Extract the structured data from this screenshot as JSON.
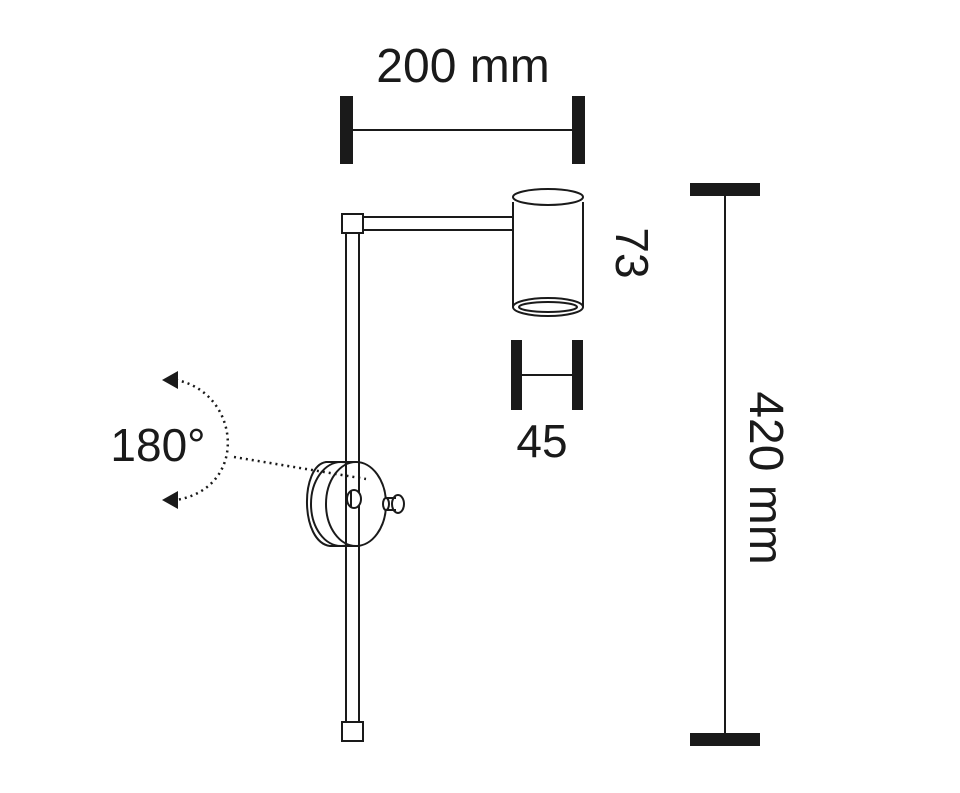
{
  "dimensions": {
    "width_label": "200 mm",
    "height_label": "420 mm",
    "head_height_label": "73",
    "head_diameter_label": "45",
    "rotation_label": "180°"
  },
  "colors": {
    "line": "#1a1a1a",
    "background": "#ffffff"
  }
}
